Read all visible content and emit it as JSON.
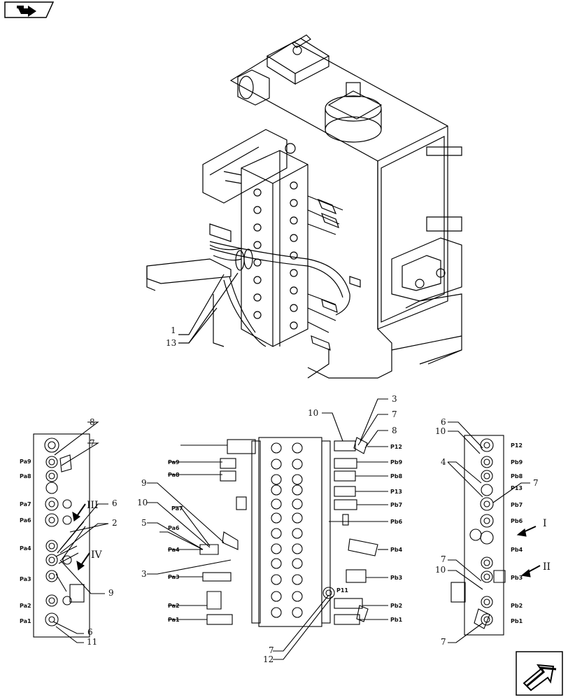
{
  "top_nav_icon": "back-arrow-icon",
  "bottom_nav_icon": "next-page-arrow-icon",
  "callouts_top": {
    "a": "1",
    "b": "13"
  },
  "left_view": {
    "ports": [
      "Pa9",
      "Pa8",
      "Pa7",
      "Pa6",
      "Pa4",
      "Pa3",
      "Pa2",
      "Pa1"
    ],
    "callouts": [
      "8",
      "7",
      "6",
      "2",
      "9",
      "6",
      "11"
    ],
    "views": [
      "III",
      "IV"
    ]
  },
  "center_view": {
    "ports_left": [
      "Pa9",
      "Pa8",
      "Pa7",
      "Pa6",
      "Pa4",
      "Pa3",
      "Pa2",
      "Pa1"
    ],
    "ports_right": [
      "P12",
      "Pb9",
      "Pb8",
      "P13",
      "Pb7",
      "Pb6",
      "Pb4",
      "Pb3",
      "Pb2",
      "Pb1"
    ],
    "p11": "P11",
    "callouts": [
      "10",
      "3",
      "7",
      "8",
      "9",
      "10",
      "5",
      "3",
      "7",
      "12"
    ]
  },
  "right_view": {
    "ports": [
      "P12",
      "Pb9",
      "Pb8",
      "P13",
      "Pb7",
      "Pb6",
      "Pb4",
      "Pb3",
      "Pb2",
      "Pb1"
    ],
    "callouts": [
      "6",
      "10",
      "4",
      "7",
      "7",
      "10",
      "7"
    ],
    "views": [
      "I",
      "II"
    ]
  }
}
